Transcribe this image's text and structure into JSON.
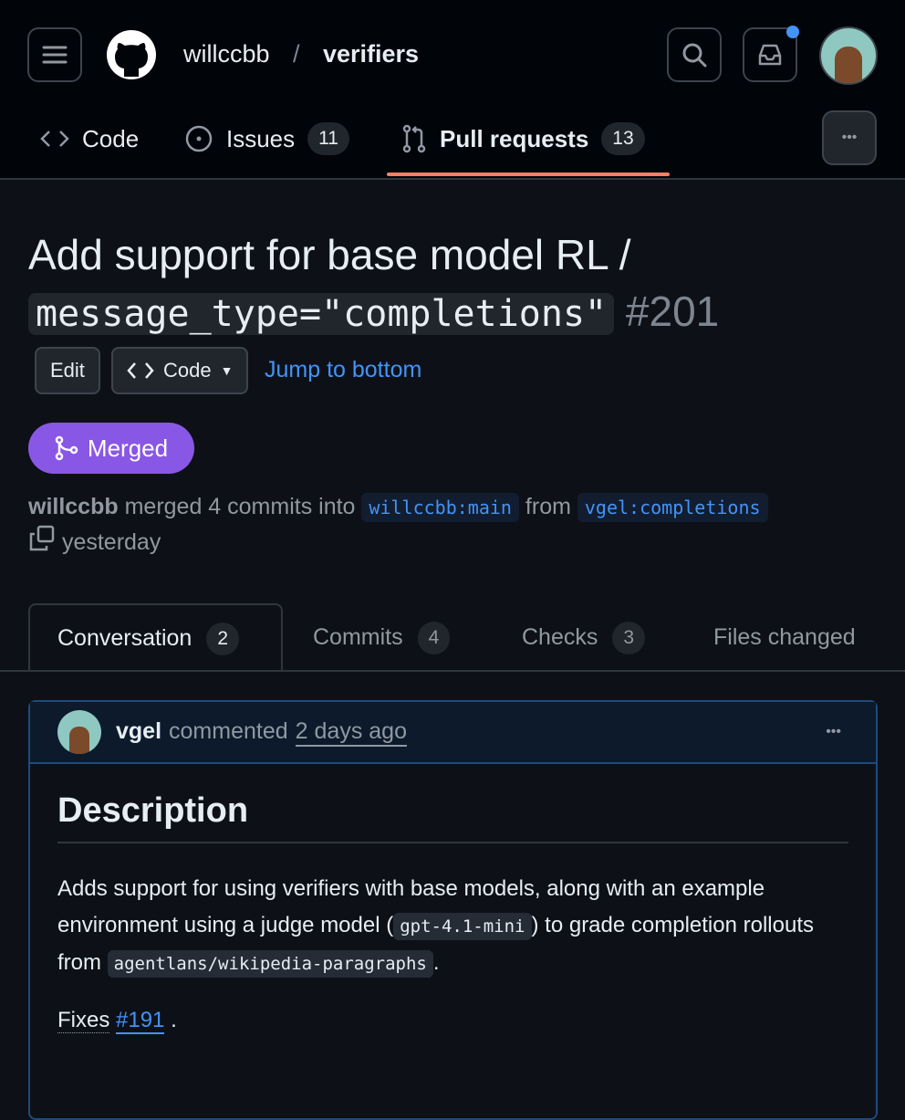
{
  "header": {
    "owner": "willccbb",
    "separator": "/",
    "repo": "verifiers"
  },
  "repo_tabs": [
    {
      "label": "Code"
    },
    {
      "label": "Issues",
      "count": "11"
    },
    {
      "label": "Pull requests",
      "count": "13"
    }
  ],
  "more_label": "•••",
  "pr": {
    "title": "Add support for base model RL /",
    "title_code": "message_type=\"completions\"",
    "number": "#201",
    "edit": "Edit",
    "code": "Code",
    "jump": "Jump to bottom",
    "state": "Merged",
    "author": "willccbb",
    "merged_text": "merged 4 commits into",
    "base": "willccbb:main",
    "from": "from",
    "head": "vgel:completions",
    "time": "yesterday"
  },
  "pr_tabs": [
    {
      "label": "Conversation",
      "count": "2"
    },
    {
      "label": "Commits",
      "count": "4"
    },
    {
      "label": "Checks",
      "count": "3"
    },
    {
      "label": "Files changed"
    }
  ],
  "comment": {
    "author": "vgel",
    "action": "commented",
    "time": "2 days ago",
    "menu": "•••",
    "heading": "Description",
    "p1a": "Adds support for using verifiers with base models, along with an example environment using a judge model (",
    "code1": "gpt-4.1-mini",
    "p1b": ") to grade completion rollouts from",
    "code2": "agentlans/wikipedia-paragraphs",
    "p1c": ".",
    "fixes": "Fixes",
    "issue": "#191",
    "dot": "."
  },
  "colors": {
    "merged": "#8957e5",
    "link": "#4493f8",
    "tab_underline": "#f78166"
  }
}
